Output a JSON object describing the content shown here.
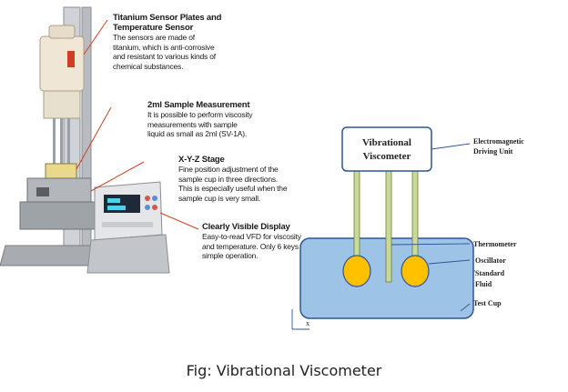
{
  "callouts": [
    {
      "heading": "Titanium Sensor Plates and",
      "heading2": "Temperature Sensor",
      "body": [
        "The sensors are made of",
        "titanium, which is anti-corrosive",
        "and resistant to various kinds of",
        "chemical substances."
      ]
    },
    {
      "heading": "2ml Sample Measurement",
      "body": [
        "It is possible to perform viscosity",
        "measurements with sample",
        "liquid as small as 2ml (SV-1A)."
      ]
    },
    {
      "heading": "X-Y-Z Stage",
      "body": [
        "Fine position adjustment of the",
        "sample cup in three directions.",
        "This is especially useful when the",
        "sample cup is very small."
      ]
    },
    {
      "heading": "Clearly Visible Display",
      "body": [
        "Easy-to-read VFD for viscosity",
        "and temperature. Only 6 keys fo",
        "simple operation."
      ]
    }
  ],
  "diagram": {
    "box_line1": "Vibrational",
    "box_line2": "Viscometer",
    "labels": {
      "driving_1": "Electromagnetic",
      "driving_2": "Driving Unit",
      "thermometer": "Thermometer",
      "oscillator": "Oscillator",
      "fluid_1": "Standard",
      "fluid_2": "Fluid",
      "cup": "Test Cup",
      "axis_x": "x"
    },
    "colors": {
      "fluid": "#9dc3e6",
      "oscillator": "#ffc000",
      "rod": "#c9d99a",
      "outline": "#2f5597"
    }
  },
  "caption": "Fig: Vibrational Viscometer"
}
